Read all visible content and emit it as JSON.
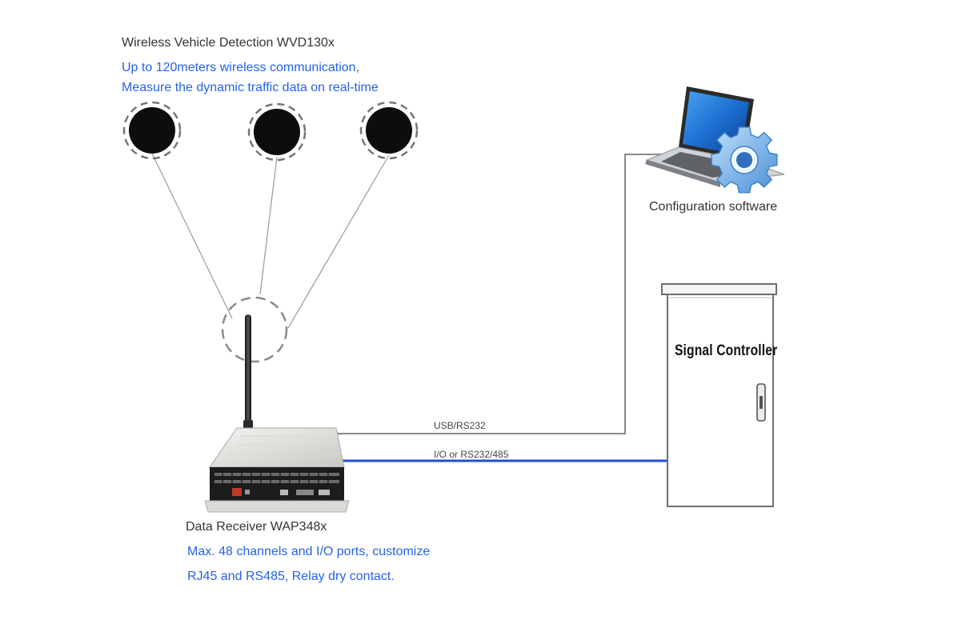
{
  "wvd": {
    "title": "Wireless Vehicle Detection WVD130x",
    "desc_line1": "Up to 120meters wireless communication,",
    "desc_line2": "Measure the dynamic traffic data on real-time"
  },
  "config": {
    "label": "Configuration software"
  },
  "controller": {
    "title": "Signal Controller"
  },
  "links": {
    "usb": "USB/RS232",
    "io": "I/O or RS232/485"
  },
  "receiver": {
    "title": "Data Receiver WAP348x",
    "desc_line1": "Max. 48 channels and I/O ports, customize",
    "desc_line2": "RJ45 and RS485, Relay dry contact."
  },
  "colors": {
    "accent_blue": "#2563eb",
    "link_blue": "#1d4ed8",
    "line_gray": "#8a8a8a"
  }
}
